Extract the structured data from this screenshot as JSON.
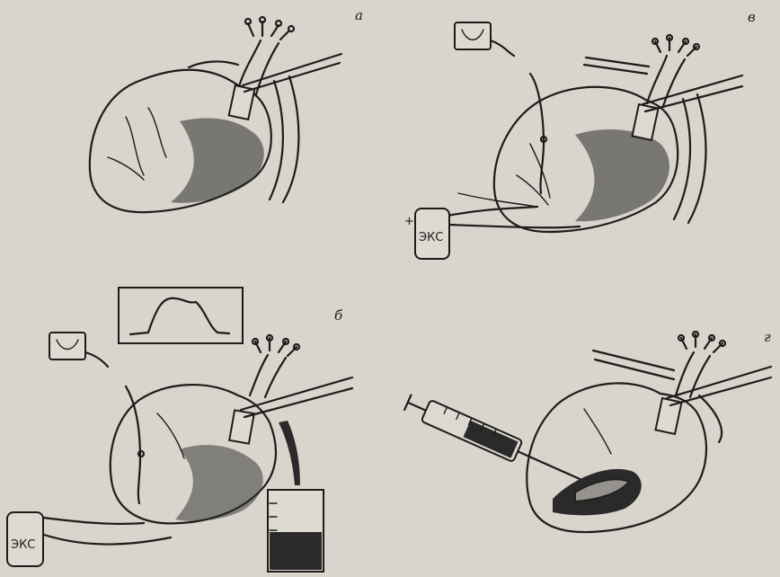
{
  "panels": {
    "a": {
      "letter": "а"
    },
    "b": {
      "letter": "б",
      "pacer_label": "ЭКС"
    },
    "c": {
      "letter": "в",
      "pacer_label": "ЭКС",
      "pacer_plus": "+"
    },
    "d": {
      "letter": "г"
    }
  }
}
